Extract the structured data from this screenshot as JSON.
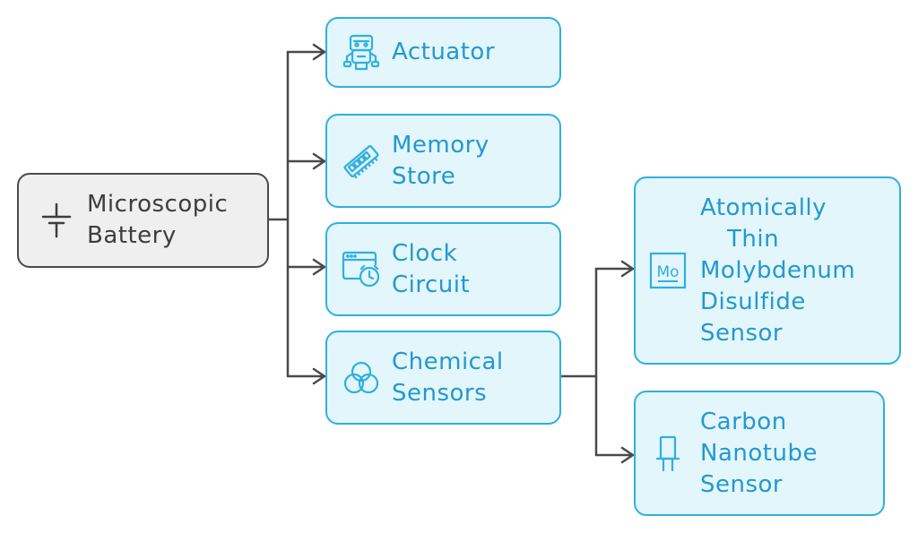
{
  "colors": {
    "root_fill": "#efefef",
    "root_stroke": "#4a4a4a",
    "child_fill": "#e3f6fc",
    "child_stroke": "#2eb0e0",
    "child_text": "#2299cf",
    "connector": "#4a4a4a"
  },
  "root": {
    "label": "Microscopic Battery",
    "lines": [
      "Microscopic",
      "Battery"
    ],
    "icon": "battery-icon"
  },
  "branches": [
    {
      "id": "actuator",
      "lines": [
        "Actuator"
      ],
      "icon": "robot-icon"
    },
    {
      "id": "memory-store",
      "lines": [
        "Memory",
        "Store"
      ],
      "icon": "memory-chip-icon"
    },
    {
      "id": "clock-circuit",
      "lines": [
        "Clock",
        "Circuit"
      ],
      "icon": "clock-window-icon"
    },
    {
      "id": "chemical-sensors",
      "lines": [
        "Chemical",
        "Sensors"
      ],
      "icon": "molecule-circles-icon"
    }
  ],
  "sub_branches": [
    {
      "id": "mos2-sensor",
      "lines": [
        "Atomically",
        "Thin",
        "Molybdenum",
        "Disulfide",
        "Sensor"
      ],
      "icon": "element-mo-icon",
      "icon_text": "Mo"
    },
    {
      "id": "cnt-sensor",
      "lines": [
        "Carbon",
        "Nanotube",
        "Sensor"
      ],
      "icon": "nanotube-sensor-icon"
    }
  ]
}
